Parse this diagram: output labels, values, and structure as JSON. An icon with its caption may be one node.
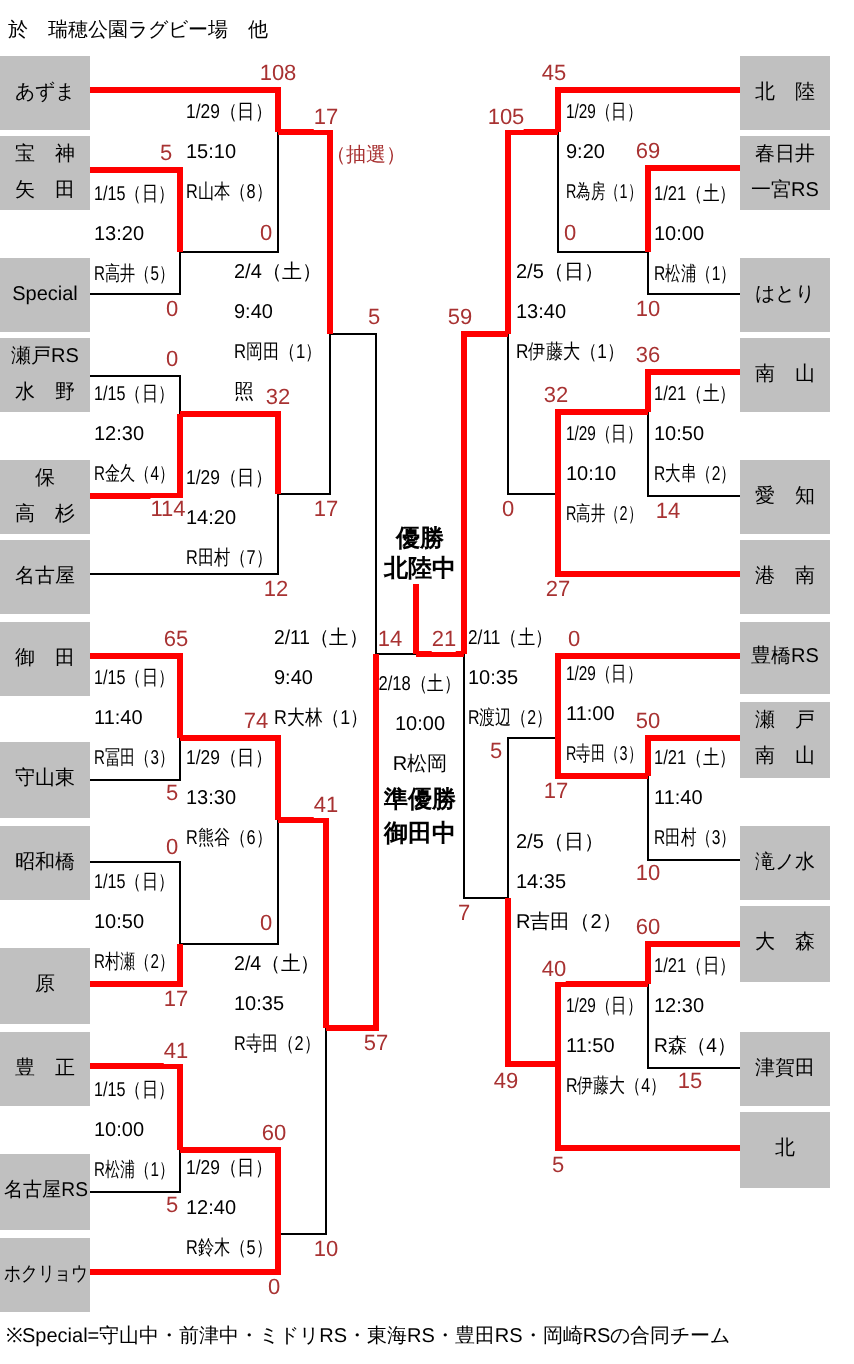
{
  "diagram": {
    "title": "於　瑞穂公園ラグビー場　他",
    "caption": "※Special=守山中・前津中・ミドリRS・東海RS・豊田RS・岡崎RSの合同チーム",
    "nodes": [
      {
        "text": [
          "あずま"
        ]
      },
      {
        "text": [
          "宝　神",
          "矢　田"
        ]
      },
      {
        "text": [
          "Special"
        ]
      },
      {
        "text": [
          "瀬戸RS",
          "水　野"
        ]
      },
      {
        "text": [
          "保",
          "高　杉"
        ]
      },
      {
        "text": [
          "名古屋"
        ]
      },
      {
        "text": [
          "御　田"
        ]
      },
      {
        "text": [
          "守山東"
        ]
      },
      {
        "text": [
          "昭和橋"
        ]
      },
      {
        "text": [
          "原"
        ]
      },
      {
        "text": [
          "豊　正"
        ]
      },
      {
        "text": [
          "名古屋RS"
        ]
      },
      {
        "text": [
          "ホクリョウ"
        ]
      },
      {
        "text": [
          "北　陸"
        ]
      },
      {
        "text": [
          "春日井",
          "一宮RS"
        ]
      },
      {
        "text": [
          "はとり"
        ]
      },
      {
        "text": [
          "南　山"
        ]
      },
      {
        "text": [
          "愛　知"
        ]
      },
      {
        "text": [
          "港　南"
        ]
      },
      {
        "text": [
          "豊橋RS"
        ]
      },
      {
        "text": [
          "瀬　戸",
          "南　山"
        ]
      },
      {
        "text": [
          "滝ノ水"
        ]
      },
      {
        "text": [
          "大　森"
        ]
      },
      {
        "text": [
          "津賀田"
        ]
      },
      {
        "text": [
          "北"
        ]
      },
      {
        "text": [
          "1/15（日）",
          "13:20",
          "R高井（5）"
        ]
      },
      {
        "text": [
          "1/29（日）",
          "15:10",
          "R山本（8）"
        ]
      },
      {
        "text": [
          "1/15（日）",
          "12:30",
          "R金久（4）"
        ]
      },
      {
        "text": [
          "1/29（日）",
          "14:20",
          "R田村（7）"
        ]
      },
      {
        "text": [
          "2/4（土）",
          "9:40",
          "R岡田（1）",
          "照"
        ]
      },
      {
        "text": [
          "1/15（日）",
          "11:40",
          "R冨田（3）"
        ]
      },
      {
        "text": [
          "1/15（日）",
          "10:50",
          "R村瀬（2）"
        ]
      },
      {
        "text": [
          "1/29（日）",
          "13:30",
          "R熊谷（6）"
        ]
      },
      {
        "text": [
          "1/15（日）",
          "10:00",
          "R松浦（1）"
        ]
      },
      {
        "text": [
          "1/29（日）",
          "12:40",
          "R鈴木（5）"
        ]
      },
      {
        "text": [
          "2/4（土）",
          "10:35",
          "R寺田（2）"
        ]
      },
      {
        "text": [
          "2/11（土）",
          "9:40",
          "R大林（1）"
        ]
      },
      {
        "text": [
          "2/18（土）",
          "10:00",
          "R松岡"
        ]
      },
      {
        "text": [
          "1/21（土）",
          "10:00",
          "R松浦（1）"
        ]
      },
      {
        "text": [
          "1/29（日）",
          "9:20",
          "R為房（1）"
        ]
      },
      {
        "text": [
          "1/21（土）",
          "10:50",
          "R大串（2）"
        ]
      },
      {
        "text": [
          "1/29（日）",
          "10:10",
          "R高井（2）"
        ]
      },
      {
        "text": [
          "2/5（日）",
          "13:40",
          "R伊藤大（1）"
        ]
      },
      {
        "text": [
          "1/21（土）",
          "11:40",
          "R田村（3）"
        ]
      },
      {
        "text": [
          "1/29（日）",
          "11:00",
          "R寺田（3）"
        ]
      },
      {
        "text": [
          "1/21（日）",
          "12:30",
          "R森（4）"
        ]
      },
      {
        "text": [
          "1/29（日）",
          "11:50",
          "R伊藤大（4）"
        ]
      },
      {
        "text": [
          "2/5（日）",
          "14:35",
          "R吉田（2）"
        ]
      },
      {
        "text": [
          "2/11（土）",
          "10:35",
          "R渡辺（2）"
        ]
      },
      {
        "text": [
          "優勝",
          "北陸中"
        ]
      }
    ],
    "edges": [
      {
        "from": 0,
        "to": 26,
        "arrow": "none",
        "label": "108"
      },
      {
        "from": 1,
        "to": 25,
        "arrow": "none",
        "label": "5"
      },
      {
        "from": 2,
        "to": 25,
        "arrow": "none",
        "label": "0",
        "color": "#000000"
      },
      {
        "from": 25,
        "to": 26,
        "arrow": "none",
        "label": "0",
        "color": "#000000"
      },
      {
        "from": 3,
        "to": 27,
        "arrow": "none",
        "label": "0",
        "color": "#000000"
      },
      {
        "from": 4,
        "to": 27,
        "arrow": "none",
        "label": "114"
      },
      {
        "from": 27,
        "to": 28,
        "arrow": "none",
        "label": "32"
      },
      {
        "from": 5,
        "to": 28,
        "arrow": "none",
        "label": "12",
        "color": "#000000"
      },
      {
        "from": 26,
        "to": 29,
        "arrow": "none",
        "label": "17"
      },
      {
        "from": 28,
        "to": 29,
        "arrow": "none",
        "label": "17",
        "color": "#000000"
      },
      {
        "from": 6,
        "to": 30,
        "arrow": "none",
        "label": "65"
      },
      {
        "from": 7,
        "to": 30,
        "arrow": "none",
        "label": "5",
        "color": "#000000"
      },
      {
        "from": 8,
        "to": 31,
        "arrow": "none",
        "label": "0",
        "color": "#000000"
      },
      {
        "from": 9,
        "to": 31,
        "arrow": "none",
        "label": "17"
      },
      {
        "from": 30,
        "to": 32,
        "arrow": "none",
        "label": "74"
      },
      {
        "from": 31,
        "to": 32,
        "arrow": "none",
        "label": "0",
        "color": "#000000"
      },
      {
        "from": 10,
        "to": 33,
        "arrow": "none",
        "label": "41"
      },
      {
        "from": 11,
        "to": 33,
        "arrow": "none",
        "label": "5",
        "color": "#000000"
      },
      {
        "from": 33,
        "to": 34,
        "arrow": "none",
        "label": "60"
      },
      {
        "from": 12,
        "to": 34,
        "arrow": "none",
        "label": "0"
      },
      {
        "from": 32,
        "to": 35,
        "arrow": "none",
        "label": "41"
      },
      {
        "from": 34,
        "to": 35,
        "arrow": "none",
        "label": "10",
        "color": "#000000"
      },
      {
        "from": 29,
        "to": 36,
        "arrow": "none",
        "label": "5",
        "color": "#000000"
      },
      {
        "from": 35,
        "to": 36,
        "arrow": "none",
        "label": "57"
      },
      {
        "from": 36,
        "to": 37,
        "arrow": "none",
        "label": "14",
        "color": "#000000"
      },
      {
        "from": 13,
        "to": 39,
        "arrow": "none",
        "label": "45"
      },
      {
        "from": 14,
        "to": 38,
        "arrow": "none",
        "label": "69"
      },
      {
        "from": 15,
        "to": 38,
        "arrow": "none",
        "label": "10",
        "color": "#000000"
      },
      {
        "from": 38,
        "to": 39,
        "arrow": "none",
        "label": "0",
        "color": "#000000"
      },
      {
        "from": 16,
        "to": 40,
        "arrow": "none",
        "label": "36"
      },
      {
        "from": 17,
        "to": 40,
        "arrow": "none",
        "label": "14",
        "color": "#000000"
      },
      {
        "from": 40,
        "to": 41,
        "arrow": "none",
        "label": "32"
      },
      {
        "from": 18,
        "to": 41,
        "arrow": "none",
        "label": "27"
      },
      {
        "from": 39,
        "to": 42,
        "arrow": "none",
        "label": "105"
      },
      {
        "from": 41,
        "to": 42,
        "arrow": "none",
        "label": "0",
        "color": "#000000"
      },
      {
        "from": 19,
        "to": 44,
        "arrow": "none",
        "label": "0"
      },
      {
        "from": 20,
        "to": 43,
        "arrow": "none",
        "label": "50"
      },
      {
        "from": 21,
        "to": 43,
        "arrow": "none",
        "label": "10",
        "color": "#000000"
      },
      {
        "from": 43,
        "to": 44,
        "arrow": "none",
        "label": "17"
      },
      {
        "from": 22,
        "to": 45,
        "arrow": "none",
        "label": "60"
      },
      {
        "from": 23,
        "to": 45,
        "arrow": "none",
        "label": "15",
        "color": "#000000"
      },
      {
        "from": 45,
        "to": 46,
        "arrow": "none",
        "label": "40"
      },
      {
        "from": 24,
        "to": 46,
        "arrow": "none",
        "label": "5"
      },
      {
        "from": 44,
        "to": 47,
        "arrow": "none",
        "label": "5",
        "color": "#000000"
      },
      {
        "from": 46,
        "to": 47,
        "arrow": "none",
        "label": "49"
      },
      {
        "from": 42,
        "to": 48,
        "arrow": "none",
        "label": "59"
      },
      {
        "from": 47,
        "to": 48,
        "arrow": "none",
        "label": "7",
        "color": "#000000"
      },
      {
        "from": 48,
        "to": 37,
        "arrow": "none",
        "label": "21"
      },
      {
        "from": 37,
        "to": 49,
        "arrow": "none"
      }
    ],
    "labels": [
      "（抽選）",
      "準優勝",
      "御田中"
    ]
  }
}
